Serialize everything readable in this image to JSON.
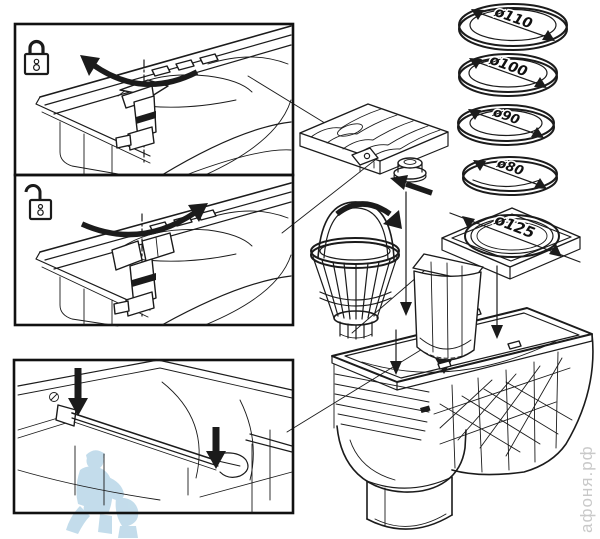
{
  "diagram": {
    "background": "#ffffff",
    "line_color": "#1b1b1b"
  },
  "panels": [
    {
      "icon": "padlock-locked-icon"
    },
    {
      "icon": "padlock-unlocked-icon"
    },
    {
      "icon": "none"
    }
  ],
  "adapter_rings": [
    {
      "label": "ø110"
    },
    {
      "label": "ø100"
    },
    {
      "label": "ø90"
    },
    {
      "label": "ø80"
    }
  ],
  "frame": {
    "label": "ø125"
  },
  "watermark": {
    "text": "афоня.рф",
    "text_color": "#c9c9c9",
    "figure_color": "#b9d7e8"
  }
}
